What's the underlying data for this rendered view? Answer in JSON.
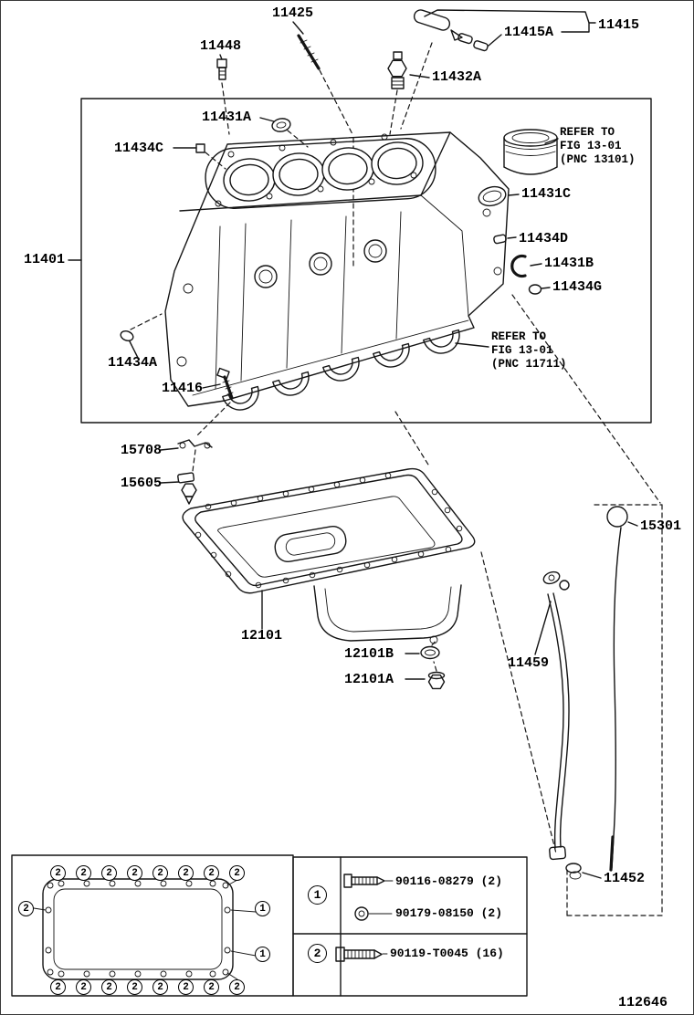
{
  "figure": {
    "number": "112646"
  },
  "callouts": {
    "c11425": "11425",
    "c11448": "11448",
    "c11415a": "11415A",
    "c11415": "11415",
    "c11432a": "11432A",
    "c11431a": "11431A",
    "c11434c": "11434C",
    "c11431c": "11431C",
    "c11434d": "11434D",
    "c11431b": "11431B",
    "c11434g": "11434G",
    "c11401": "11401",
    "c11434a": "11434A",
    "c11416": "11416",
    "c15708": "15708",
    "c15605": "15605",
    "c12101": "12101",
    "c12101b": "12101B",
    "c12101a": "12101A",
    "c11459": "11459",
    "c15301": "15301",
    "c11452": "11452"
  },
  "notes": {
    "refer_piston": "REFER TO\nFIG 13-01\n(PNC 13101)",
    "refer_bearing": "REFER TO\nFIG 13-01\n(PNC 11711)"
  },
  "legend": {
    "rows": [
      {
        "marker": "1",
        "items": [
          "90116-08279 (2)",
          "90179-08150 (2)"
        ]
      },
      {
        "marker": "2",
        "items": [
          "90119-T0045 (16)"
        ]
      }
    ]
  },
  "markers": {
    "one": "1",
    "two": "2"
  }
}
